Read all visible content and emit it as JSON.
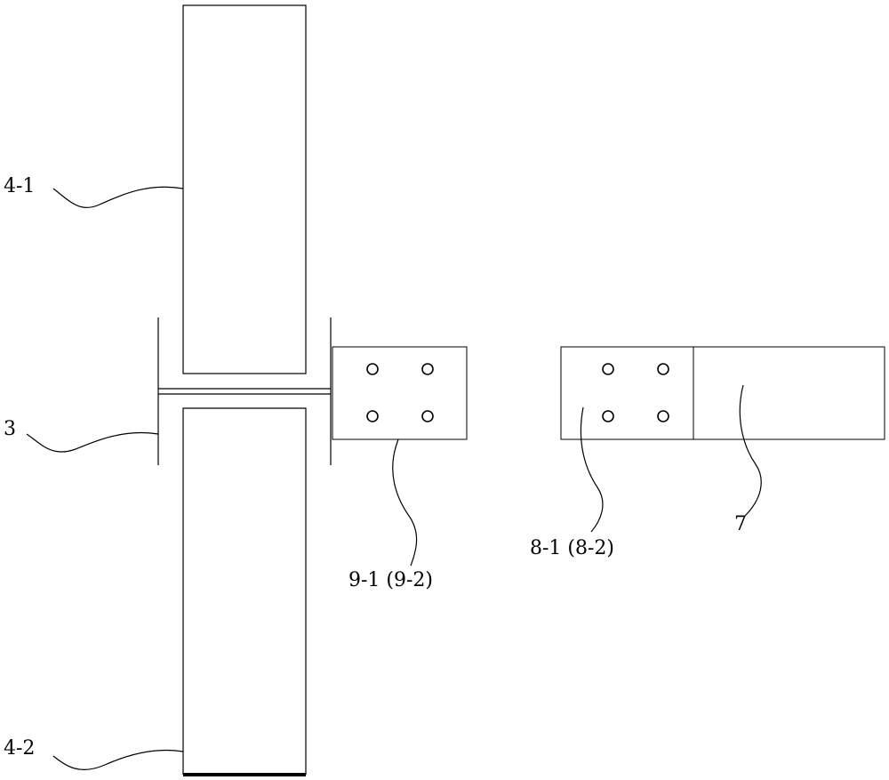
{
  "labels": {
    "upper_column": "4-1",
    "lower_column": "4-2",
    "beam_stub": "3",
    "stub_plate": "9-1 (9-2)",
    "beam_plate": "8-1 (8-2)",
    "beam": "7"
  }
}
